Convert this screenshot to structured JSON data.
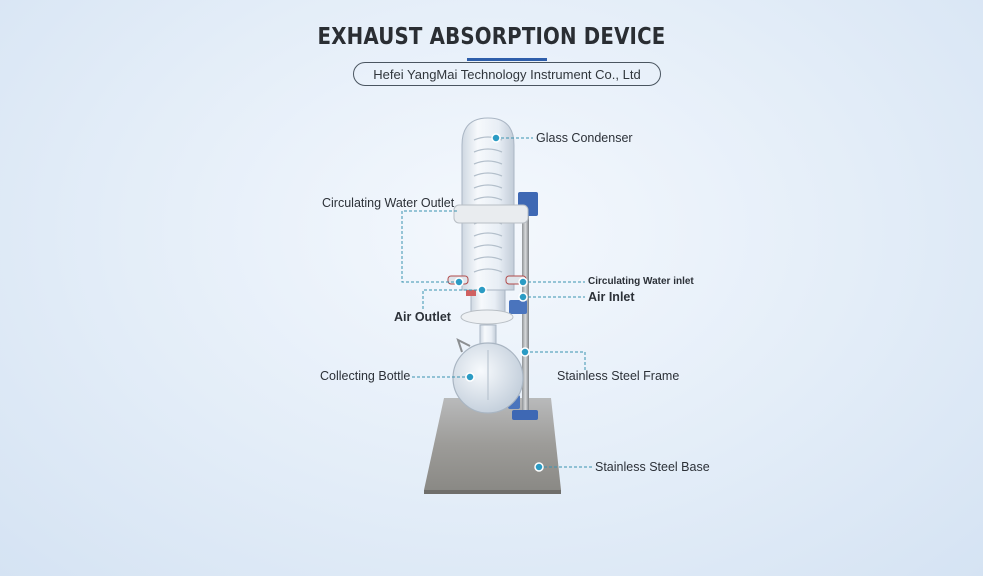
{
  "header": {
    "title": "EXHAUST ABSORPTION DEVICE",
    "subtitle": "Hefei YangMai Technology Instrument Co., Ltd"
  },
  "labels": {
    "glass_condenser": "Glass Condenser",
    "circulating_water_outlet": "Circulating Water Outlet",
    "circulating_water_inlet": "Circulating Water inlet",
    "air_inlet": "Air Inlet",
    "air_outlet": "Air Outlet",
    "collecting_bottle": "Collecting Bottle",
    "stainless_steel_frame": "Stainless Steel Frame",
    "stainless_steel_base": "Stainless Steel Base"
  },
  "colors": {
    "accent": "#2e5eaa",
    "callout_line": "#3a93b0",
    "marker": "#2b9bc4"
  }
}
